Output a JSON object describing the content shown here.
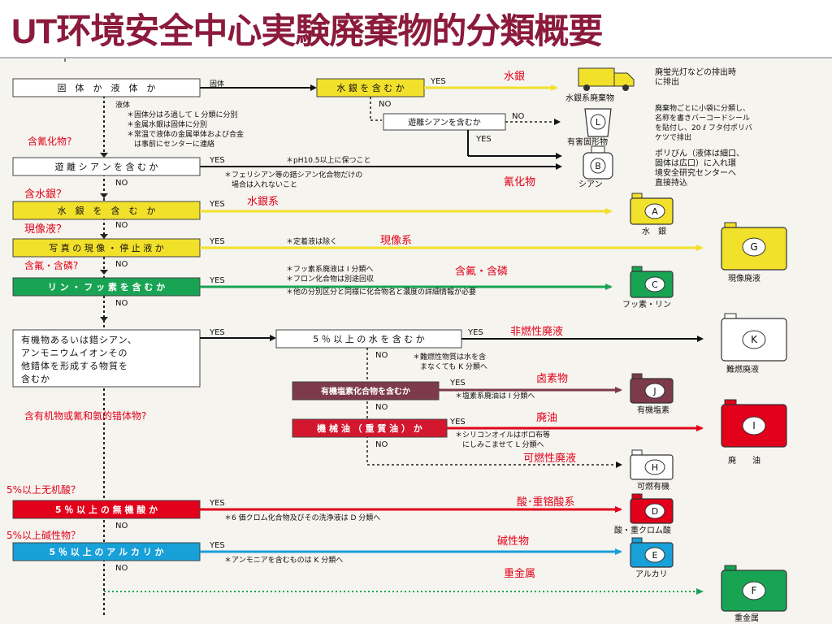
{
  "title": {
    "prefix": "UT",
    "main": "环境安全中心実験廃棄物的分類概要"
  },
  "colors": {
    "title": "#8b1a3d",
    "red": "#e2001a",
    "yellow": "#f2e12a",
    "green": "#19a454",
    "blue": "#18a0d9",
    "maroon": "#7d3a4a",
    "crimson": "#d3172f"
  },
  "boxes": {
    "solid_liquid": "固　体　か　液　体　か",
    "mercury_q": "水 銀 を 含 む か",
    "free_cyanide_small": "遊離シアンを含むか",
    "free_cyanide": "遊 離 シ ア ン を 含 む か",
    "mercury": "水　銀　を　含　む　か",
    "photo": "写 真 の 現 像 ・ 停 止 液 か",
    "pf": "リ ン ・ フ ッ 素 を 含 む か",
    "organic": [
      "有機物あるいは錯シアン、",
      "アンモニウムイオンその",
      "他錯体を形成する物質を",
      "含むか"
    ],
    "water5": "5 ％ 以 上 の 水 を 含 む か",
    "chlorine": "有機塩素化合物を含むか",
    "oil": "機 械 油 （ 重 質 油 ） か",
    "inorganic_acid": "5 ％ 以 上 の 無 機 酸 か",
    "alkali": "5 ％ 以 上 の ア ル カ リ か"
  },
  "flow": {
    "yes": "YES",
    "no": "NO",
    "solid": "固体",
    "liquid": "液体"
  },
  "notes": {
    "liquid": [
      "＊固体分はろ過して L 分類に分別",
      "＊金属水銀は固体に分別",
      "＊常温で液体の金属単体および合金",
      "　は事前にセンターに連絡"
    ],
    "cyanide": [
      "＊pH10.5以上に保つこと",
      "＊フェリシアン等の錯シアン化合物だけの",
      "　場合は入れないこと"
    ],
    "photo": "＊定着液は除く",
    "pf": [
      "＊フッ素系廃液は I 分類へ",
      "＊フロン化合物は別途回収",
      "＊他の分別区分と同様に化合物名と濃度の詳細情報が必要"
    ],
    "water": [
      "＊難燃性物質は水を含",
      "　まなくても K 分類へ"
    ],
    "chlorine": "＊塩素系廃油は I 分類へ",
    "oil": [
      "＊シリコンオイルはボロ布等",
      "　にしみこませて L 分類へ"
    ],
    "acid": "＊6 価クロム化合物及びその洗浄液は D 分類へ",
    "alkali": "＊アンモニアを含むものは K 分類へ"
  },
  "right_notes": {
    "lamp": [
      "廃蛍光灯などの排出時",
      "に排出"
    ],
    "bag": [
      "廃棄物ごとに小袋に分類し、",
      "名称を書きバーコードシール",
      "を貼付し、20 ℓ フタ付ポリバ",
      "ケツで排出"
    ],
    "poly": [
      "ポリびん（液体は細口、",
      "固体は広口）に入れ環",
      "境安全研究センターへ",
      "直接持込"
    ]
  },
  "annotations": {
    "mercury": "水銀",
    "cyanide_q": "含氰化物?",
    "cyanide": "氰化物",
    "mercury_q": "含水銀？",
    "mercury_type": "水銀系",
    "photo_q": "現像液？",
    "photo_type": "現像系",
    "pf_q": "含氟・含磷?",
    "pf_type": "含氟・含磷",
    "halogen": "非燃性廃液",
    "halide": "卤素物",
    "organic_q": "含有机物或氰和氨的错体物?",
    "oil_type": "廃油",
    "flammable": "可燃性廃液",
    "acid_q": "5%以上无机酸？",
    "acid_type": "酸･重铬酸系",
    "alkali_q": "5%以上碱性物？",
    "alkali_type": "碱性物",
    "heavy_metal": "重金属"
  },
  "containers": {
    "truck": "水銀系廃棄物",
    "L": {
      "letter": "L",
      "label": "有害固形物"
    },
    "B": {
      "letter": "B",
      "label": "シアン"
    },
    "A": {
      "letter": "A",
      "label": "水　銀"
    },
    "G": {
      "letter": "G",
      "label": "現像廃液"
    },
    "C": {
      "letter": "C",
      "label": "フッ素・リン"
    },
    "K": {
      "letter": "K",
      "label": "難燃廃液"
    },
    "J": {
      "letter": "J",
      "label": "有機塩素"
    },
    "I": {
      "letter": "I",
      "label": "廃　　油"
    },
    "H": {
      "letter": "H",
      "label": "可燃有機"
    },
    "D": {
      "letter": "D",
      "label": "酸・重クロム酸"
    },
    "E": {
      "letter": "E",
      "label": "アルカリ"
    },
    "F": {
      "letter": "F",
      "label": "重金属"
    }
  }
}
